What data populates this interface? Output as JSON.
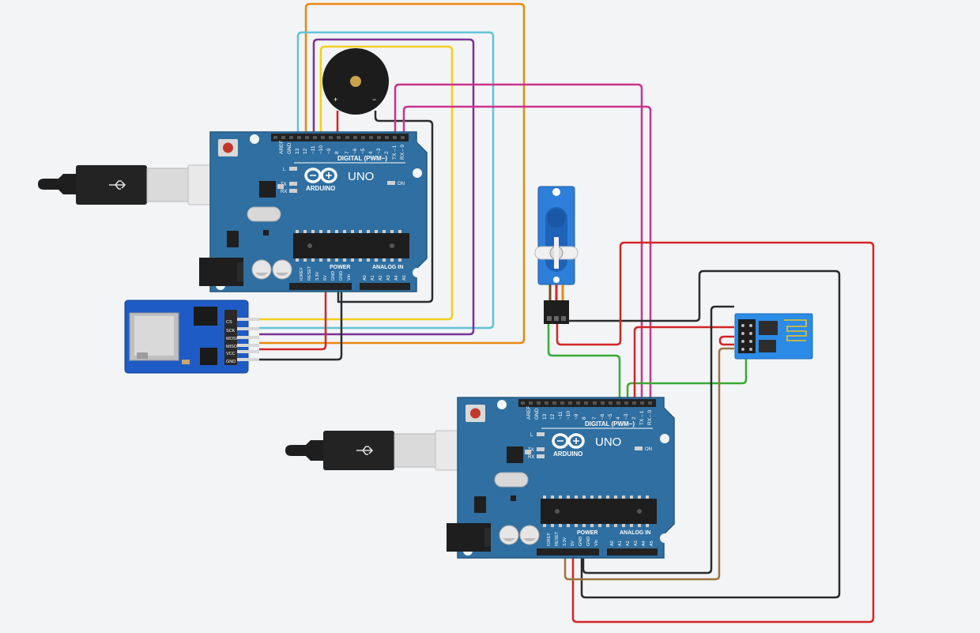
{
  "colors": {
    "background": "#f2f4f6",
    "board": "#2f6fa1",
    "board_edge": "#25587f",
    "wire_orange": "#e8870f",
    "wire_cyan": "#62c3d9",
    "wire_purple": "#7a3296",
    "wire_yellow": "#f2cf1d",
    "wire_magenta": "#c9338f",
    "wire_red": "#d32525",
    "wire_black": "#2b2b2b",
    "wire_green": "#3aaa35",
    "wire_brown": "#a0743f"
  },
  "arduino_top": {
    "brand": "ARDUINO",
    "model": "UNO",
    "digital_label": "DIGITAL (PWM~)",
    "power_label": "POWER",
    "analog_label": "ANALOG IN",
    "on_label": "ON",
    "led_l": "L",
    "led_tx": "TX",
    "led_rx": "RX",
    "aref": "AREF",
    "gnd": "GND",
    "digital_pins": [
      "13",
      "12",
      "~11",
      "~10",
      "~9",
      "8",
      "7",
      "~6",
      "~5",
      "4",
      "~3",
      "2",
      "TX→1",
      "RX←0"
    ],
    "power_pins": [
      "IOREF",
      "RESET",
      "3.3V",
      "5V",
      "GND",
      "GND",
      "Vin"
    ],
    "analog_pins": [
      "A0",
      "A1",
      "A2",
      "A3",
      "A4",
      "A5"
    ]
  },
  "arduino_bottom": {
    "brand": "ARDUINO",
    "model": "UNO",
    "digital_label": "DIGITAL (PWM~)",
    "power_label": "POWER",
    "analog_label": "ANALOG IN",
    "on_label": "ON",
    "led_l": "L",
    "led_tx": "TX",
    "led_rx": "RX",
    "aref": "AREF",
    "gnd": "GND",
    "digital_pins": [
      "13",
      "12",
      "~11",
      "~10",
      "~9",
      "8",
      "7",
      "~6",
      "~5",
      "4",
      "~3",
      "2",
      "TX→1",
      "RX←0"
    ],
    "power_pins": [
      "IOREF",
      "RESET",
      "3.3V",
      "5V",
      "GND",
      "GND",
      "Vin"
    ],
    "analog_pins": [
      "A0",
      "A1",
      "A2",
      "A3",
      "A4",
      "A5"
    ]
  },
  "buzzer": {
    "plus": "+",
    "minus": "−"
  },
  "sd_module": {
    "pins": [
      "CS",
      "SCK",
      "MOSI",
      "MISO",
      "VCC",
      "GND"
    ]
  },
  "icons": [
    "usb-cable-icon",
    "servo-icon",
    "esp8266-icon",
    "buzzer-icon",
    "sd-card-icon"
  ]
}
